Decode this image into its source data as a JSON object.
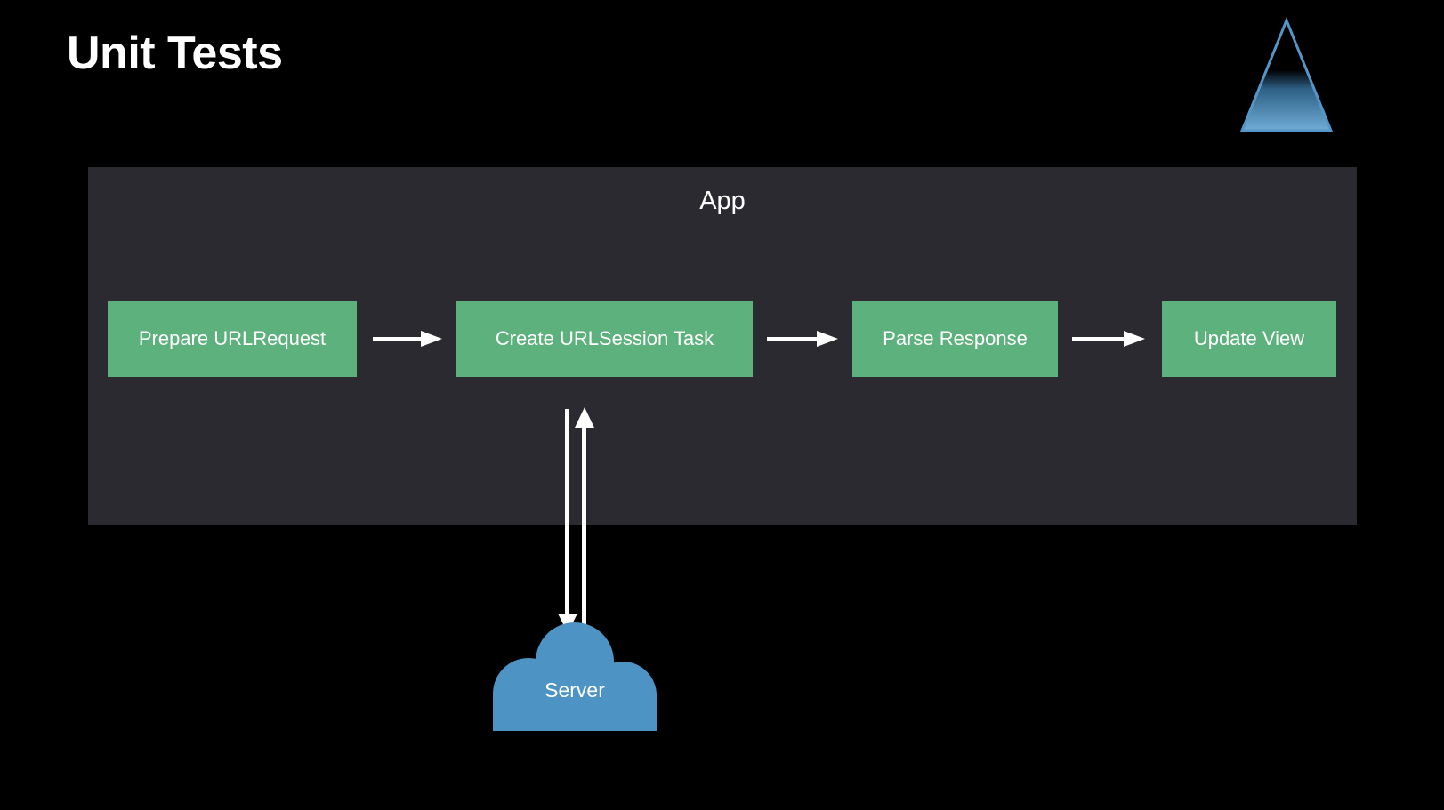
{
  "slide": {
    "title": "Unit Tests",
    "background_color": "#000000"
  },
  "logo": {
    "name": "triangle-logo",
    "outline_color": "#5596c8",
    "fill_top_color": "#000000",
    "fill_bottom_color": "#6aa9d4"
  },
  "diagram": {
    "container": {
      "label": "App",
      "background_color": "#2a2a30"
    },
    "box_color": "#5cb17c",
    "box_text_color": "#ffffff",
    "arrow_color": "#ffffff",
    "steps": [
      {
        "id": "prepare",
        "label": "Prepare URLRequest"
      },
      {
        "id": "create",
        "label": "Create URLSession Task"
      },
      {
        "id": "parse",
        "label": "Parse Response"
      },
      {
        "id": "update",
        "label": "Update View"
      }
    ],
    "connectors": [
      {
        "id": "arrow-1",
        "from": "prepare",
        "to": "create",
        "direction": "right"
      },
      {
        "id": "arrow-2",
        "from": "create",
        "to": "parse",
        "direction": "right"
      },
      {
        "id": "arrow-3",
        "from": "parse",
        "to": "update",
        "direction": "right"
      },
      {
        "id": "arrow-down",
        "from": "create",
        "to": "server",
        "direction": "down"
      },
      {
        "id": "arrow-up",
        "from": "server",
        "to": "create",
        "direction": "up"
      }
    ],
    "server": {
      "label": "Server",
      "shape": "cloud",
      "color": "#4d93c4"
    }
  }
}
